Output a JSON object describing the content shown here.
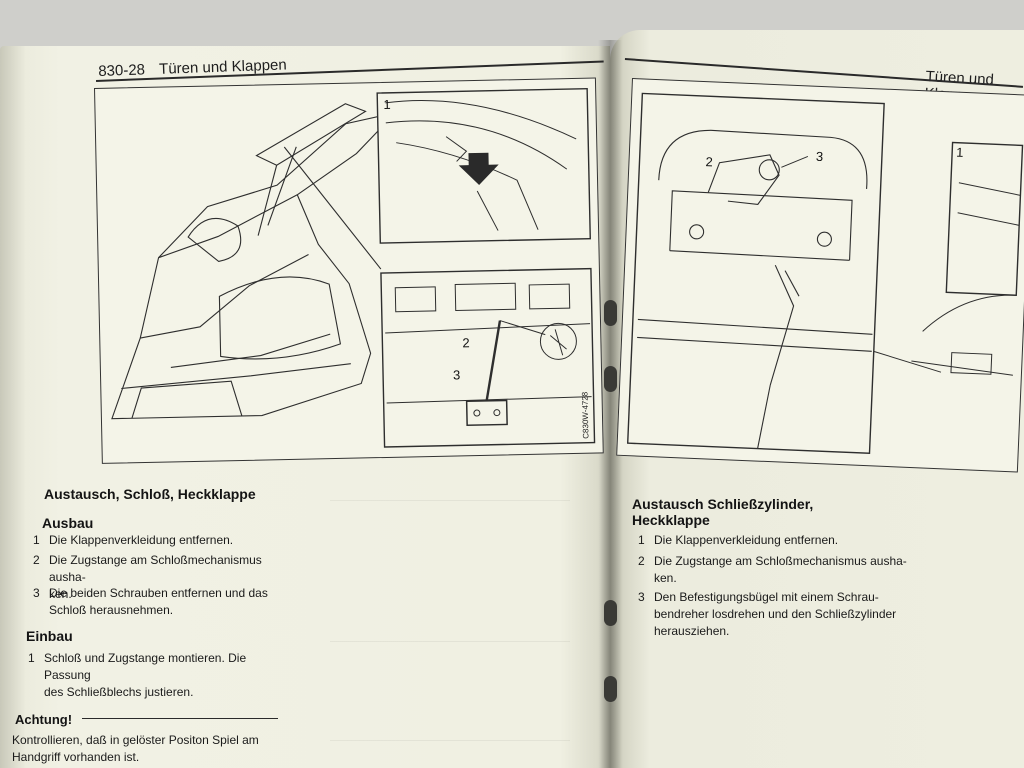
{
  "header_left": {
    "page_number": "830-28",
    "chapter": "Türen und Klappen"
  },
  "header_right": {
    "chapter": "Türen und Klapp"
  },
  "left_figure": {
    "callouts": [
      "1",
      "2",
      "3"
    ],
    "code": "C830W-4728"
  },
  "right_figure": {
    "callouts": [
      "1",
      "2",
      "3"
    ]
  },
  "left_section": {
    "title": "Austausch, Schloß, Heckklappe",
    "removal": {
      "heading": "Ausbau",
      "steps": [
        {
          "num": "1",
          "lines": [
            "Die Klappenverkleidung entfernen."
          ]
        },
        {
          "num": "2",
          "lines": [
            "Die Zugstange am Schloßmechanismus ausha-",
            "ken."
          ]
        },
        {
          "num": "3",
          "lines": [
            "Die beiden Schrauben entfernen und das",
            "Schloß herausnehmen."
          ]
        }
      ]
    },
    "install": {
      "heading": "Einbau",
      "steps": [
        {
          "num": "1",
          "lines": [
            "Schloß und Zugstange montieren. Die Passung",
            "des Schließblechs justieren."
          ]
        }
      ]
    },
    "caution": {
      "heading": "Achtung!",
      "lines": [
        "Kontrollieren, daß in gelöster Positon Spiel am",
        "Handgriff vorhanden ist."
      ]
    }
  },
  "right_section": {
    "title_lines": [
      "Austausch Schließzylinder,",
      "Heckklappe"
    ],
    "steps": [
      {
        "num": "1",
        "lines": [
          "Die Klappenverkleidung entfernen."
        ]
      },
      {
        "num": "2",
        "lines": [
          "Die Zugstange am Schloßmechanismus ausha-",
          "ken."
        ]
      },
      {
        "num": "3",
        "lines": [
          "Den Befestigungsbügel mit einem Schrau-",
          "bendreher losdrehen und den Schließzylinder",
          "herausziehen."
        ]
      }
    ]
  }
}
